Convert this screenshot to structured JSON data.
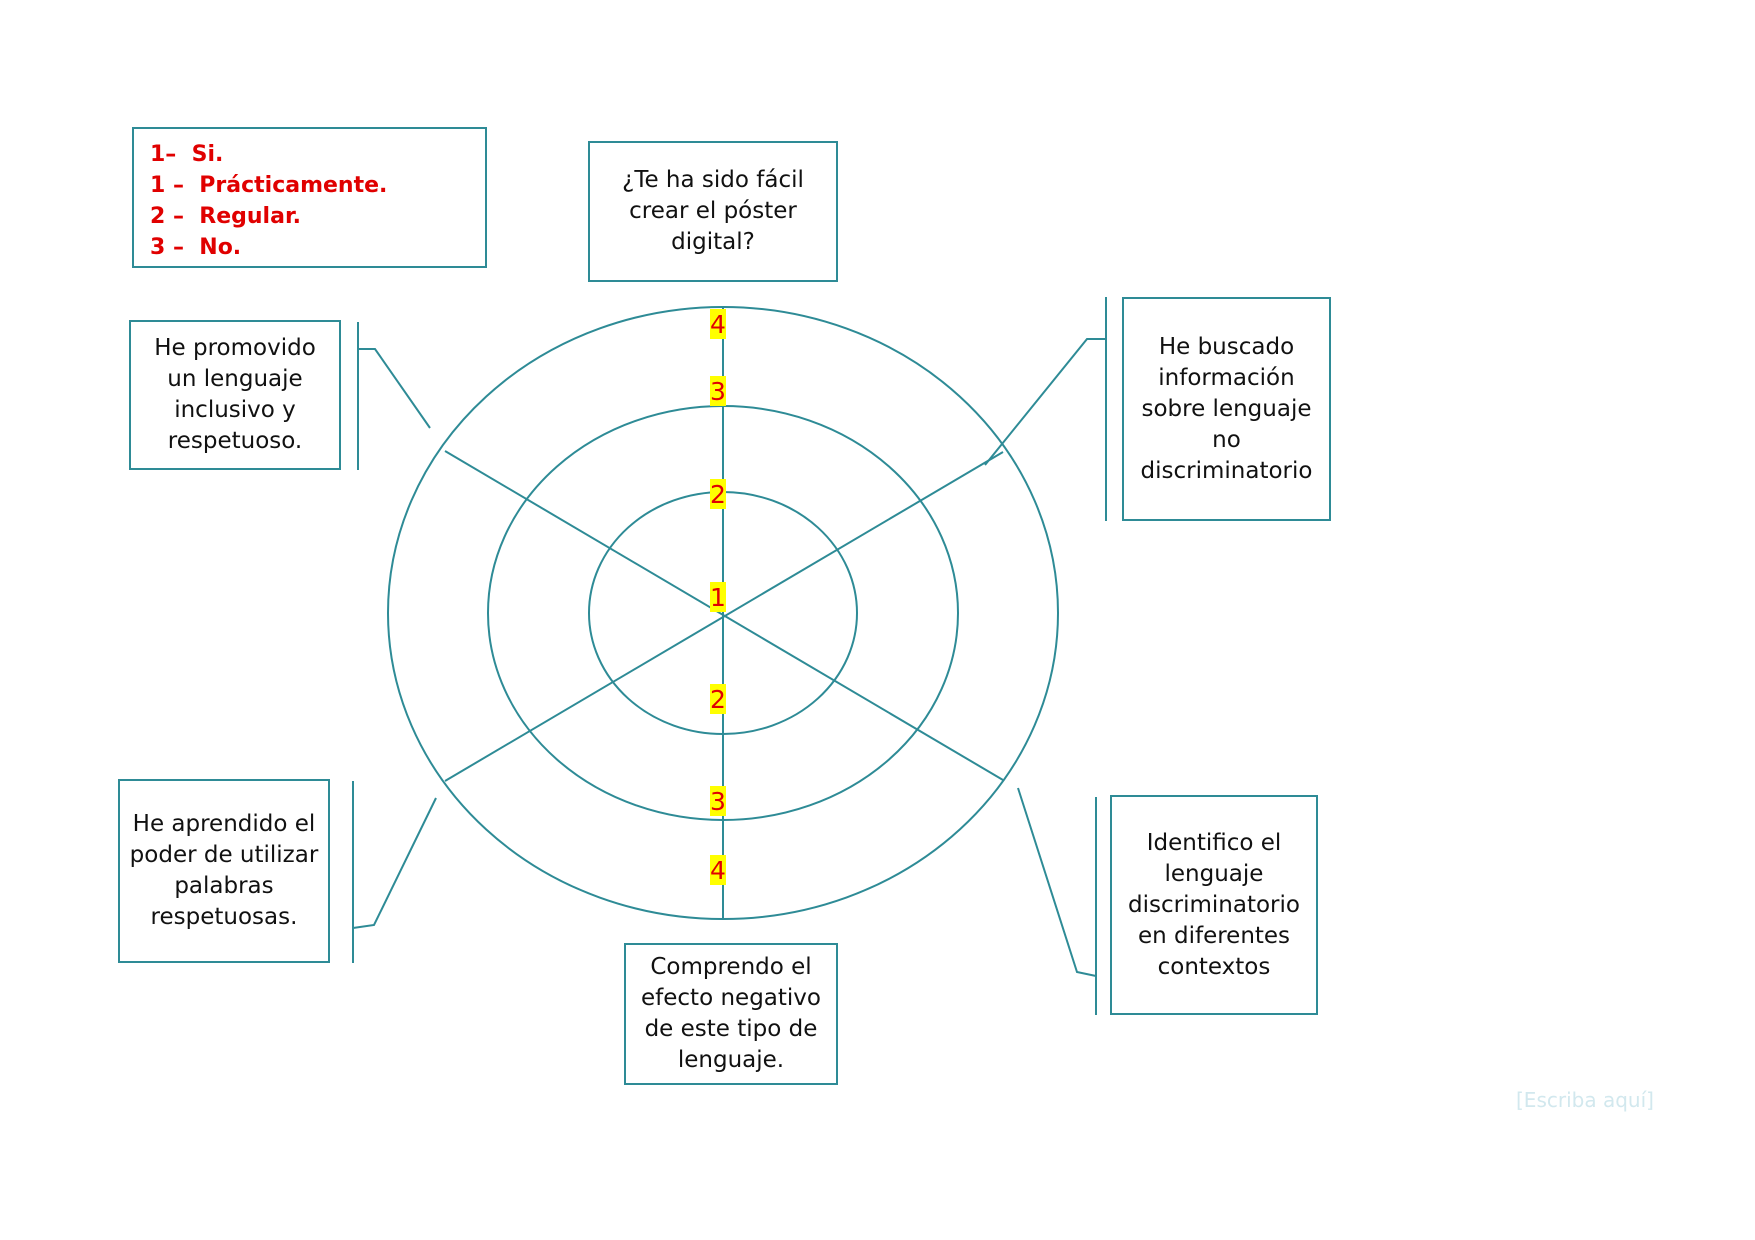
{
  "legend": [
    "1–  Si.",
    "1 –  Prácticamente.",
    "2 –  Regular.",
    "3 –  No."
  ],
  "boxes": {
    "top": "¿Te ha sido fácil\ncrear el póster\ndigital?",
    "top_left": "He promovido\nun lenguaje\ninclusivo y\nrespetuoso.",
    "top_right": "He buscado\ninformación\nsobre lenguaje\nno\ndiscriminatorio",
    "bottom_left": "He aprendido el\npoder de utilizar\npalabras\nrespetuosas.",
    "bottom": "Comprendo el\nefecto negativo\nde este tipo de\nlenguaje.",
    "bottom_right": "Identifico el\nlenguaje\ndiscriminatorio\nen diferentes\ncontextos"
  },
  "scale_labels": [
    "4",
    "3",
    "2",
    "1",
    "2",
    "3",
    "4"
  ],
  "placeholder": "[Escriba aquí]",
  "colors": {
    "line": "#2e8b96",
    "label_text": "#e00000",
    "label_highlight": "#ffff00"
  }
}
